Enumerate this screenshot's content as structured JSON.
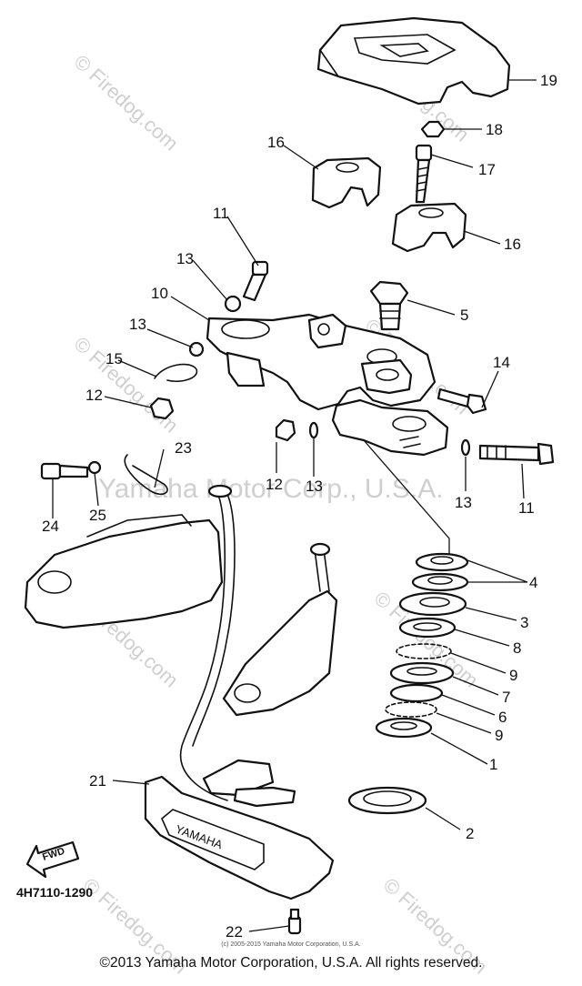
{
  "watermarks": {
    "center": "Yamaha Motor Corp., U.S.A.",
    "site": "© Firedog.com"
  },
  "diagram_code": "4H7110-1290",
  "fwd_label": "FWD",
  "emblem_text": "YAMAHA",
  "small_note": "(c) 2005-2015 Yamaha Motor Corporation, U.S.A.",
  "copyright": "©2013 Yamaha Motor Corporation, U.S.A. All rights reserved.",
  "callouts": {
    "c1": "1",
    "c2": "2",
    "c3": "3",
    "c4": "4",
    "c5": "5",
    "c6": "6",
    "c7": "7",
    "c8": "8",
    "c9a": "9",
    "c9b": "9",
    "c10": "10",
    "c11a": "11",
    "c11b": "11",
    "c12a": "12",
    "c12b": "12",
    "c13a": "13",
    "c13b": "13",
    "c13c": "13",
    "c13d": "13",
    "c14": "14",
    "c15": "15",
    "c16a": "16",
    "c16b": "16",
    "c17": "17",
    "c18": "18",
    "c19": "19",
    "c21": "21",
    "c22": "22",
    "c23": "23",
    "c24": "24",
    "c25": "25"
  }
}
